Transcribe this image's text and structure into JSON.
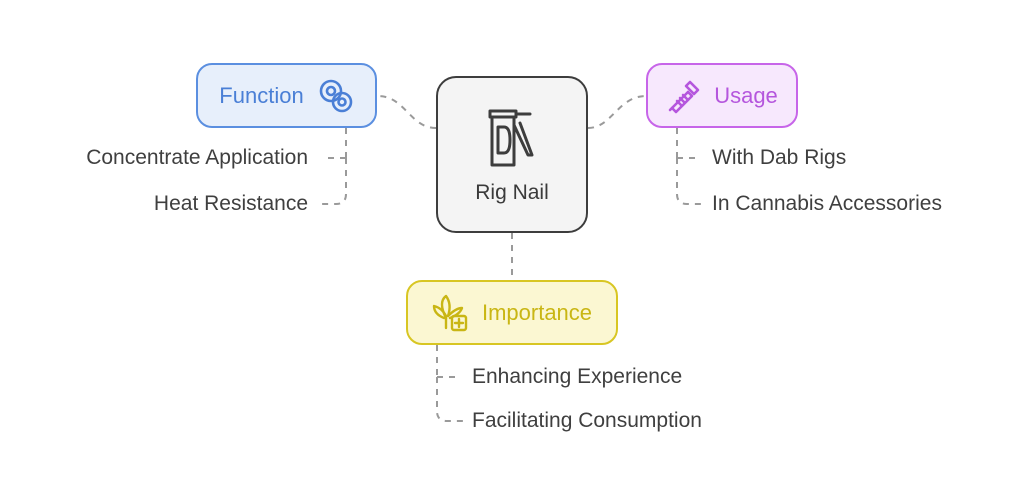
{
  "center": {
    "label": "Rig Nail",
    "icon": "dab-rig-nail-icon"
  },
  "branches": {
    "function": {
      "label": "Function",
      "icon": "gears-icon",
      "color": "#5b8fe0",
      "items": [
        "Concentrate Application",
        "Heat Resistance"
      ]
    },
    "usage": {
      "label": "Usage",
      "icon": "screw-icon",
      "color": "#c765e9",
      "items": [
        "With Dab Rigs",
        "In Cannabis Accessories"
      ]
    },
    "importance": {
      "label": "Importance",
      "icon": "cannabis-medical-icon",
      "color": "#d8c623",
      "items": [
        "Enhancing Experience",
        "Facilitating Consumption"
      ]
    }
  }
}
